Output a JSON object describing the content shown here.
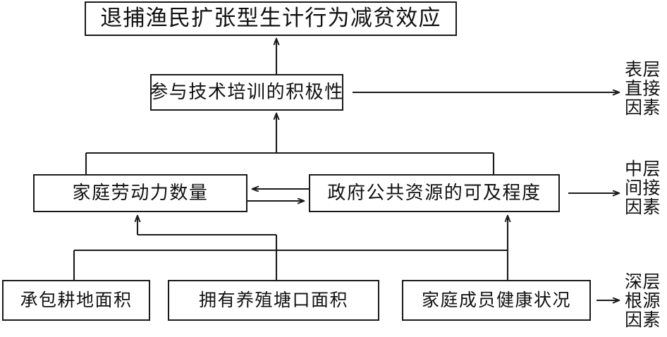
{
  "diagram": {
    "title_box": "退捕渔民扩张型生计行为减贫效应",
    "nodes": [
      {
        "id": "root",
        "label": "退捕渔民扩张型生计行为减贫效应",
        "tier": "outcome"
      },
      {
        "id": "training",
        "label": "参与技术培训的积极性",
        "tier": "surface"
      },
      {
        "id": "labor",
        "label": "家庭劳动力数量",
        "tier": "middle"
      },
      {
        "id": "public",
        "label": "政府公共资源的可及程度",
        "tier": "middle"
      },
      {
        "id": "farmland",
        "label": "承包耕地面积",
        "tier": "deep"
      },
      {
        "id": "pond",
        "label": "拥有养殖塘口面积",
        "tier": "deep"
      },
      {
        "id": "health",
        "label": "家庭成员健康状况",
        "tier": "deep"
      }
    ],
    "tiers": [
      {
        "id": "surface",
        "lines": [
          "表层",
          "直接",
          "因素"
        ]
      },
      {
        "id": "middle",
        "lines": [
          "中层",
          "间接",
          "因素"
        ]
      },
      {
        "id": "deep",
        "lines": [
          "深层",
          "根源",
          "因素"
        ]
      }
    ],
    "edges": [
      {
        "from": "training",
        "to": "root",
        "type": "arrow-up"
      },
      {
        "from": "labor",
        "to": "training",
        "type": "bus-arrow-up"
      },
      {
        "from": "public",
        "to": "training",
        "type": "bus-arrow-up"
      },
      {
        "from": "public",
        "to": "labor",
        "type": "arrow-left"
      },
      {
        "from": "labor",
        "to": "public",
        "type": "arrow-right"
      },
      {
        "from": "farmland",
        "to": "labor",
        "type": "bus-arrow-up"
      },
      {
        "from": "pond",
        "to": "labor",
        "type": "bus-arrow-up"
      },
      {
        "from": "health",
        "to": "public",
        "type": "arrow-up"
      },
      {
        "from": "training",
        "to": "surface",
        "type": "arrow-right"
      },
      {
        "from": "public",
        "to": "middle",
        "type": "arrow-right"
      },
      {
        "from": "health",
        "to": "deep",
        "type": "arrow-right"
      }
    ],
    "colors": {
      "stroke": "#1a1a1a",
      "text": "#111111",
      "background": "#ffffff"
    }
  }
}
